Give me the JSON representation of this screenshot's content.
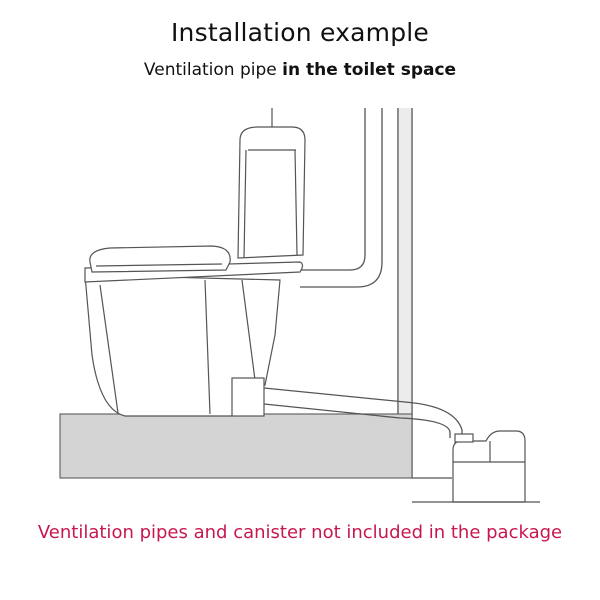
{
  "header": {
    "title": "Installation example",
    "subtitle_regular": "Ventilation pipe ",
    "subtitle_bold": "in the toilet space"
  },
  "footer": {
    "note": "Ventilation pipes and canister not included in the package"
  },
  "colors": {
    "note": "#c8174f",
    "floor": "#d4d4d4",
    "line": "#555555"
  },
  "icons": [
    "toilet-illustration",
    "canister-illustration",
    "ventilation-pipe-illustration"
  ]
}
